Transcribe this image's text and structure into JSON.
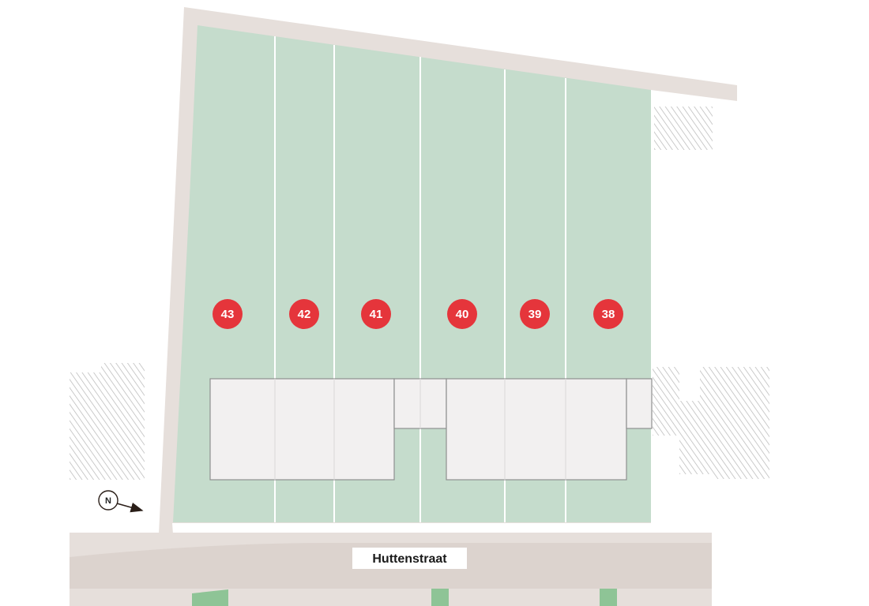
{
  "map": {
    "street_name": "Huttenstraat",
    "north_label": "N",
    "plots": [
      {
        "number": "43"
      },
      {
        "number": "42"
      },
      {
        "number": "41"
      },
      {
        "number": "40"
      },
      {
        "number": "39"
      },
      {
        "number": "38"
      }
    ]
  },
  "colors": {
    "lawn": "#c5dccc",
    "marker": "#e5353b",
    "building": "#f2f0f0",
    "path": "#e6dfdb",
    "road": "#dcd3ce",
    "green_strip": "#8ec496",
    "hatch": "#b8b8b8"
  }
}
